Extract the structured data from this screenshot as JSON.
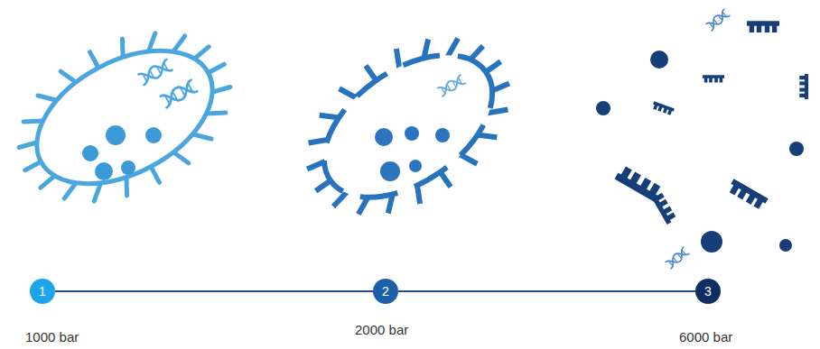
{
  "diagram": {
    "nodes": [
      {
        "text": [
          "1"
        ]
      },
      {
        "text": [
          "2"
        ]
      },
      {
        "text": [
          "3"
        ]
      }
    ],
    "edges": [
      {
        "from": 0,
        "to": 1,
        "arrow": "none"
      },
      {
        "from": 1,
        "to": 2,
        "arrow": "none"
      }
    ],
    "labels": [
      "1000 bar",
      "2000 bar",
      "6000 bar"
    ]
  }
}
